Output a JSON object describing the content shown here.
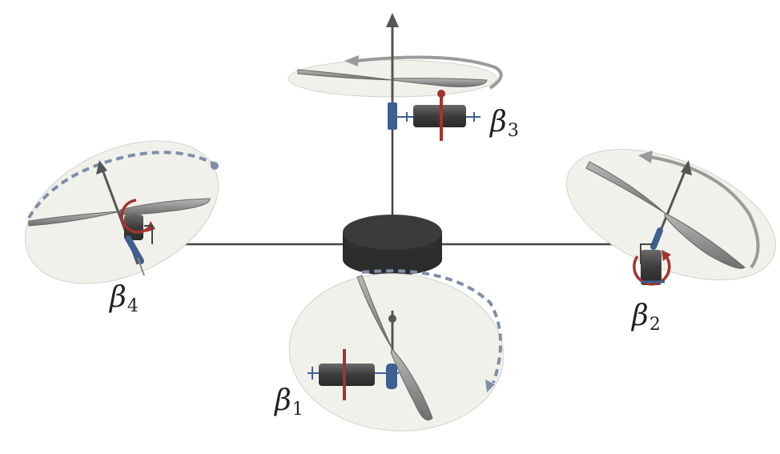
{
  "labels": {
    "beta1": {
      "symbol": "β",
      "index": "1"
    },
    "beta2": {
      "symbol": "β",
      "index": "2"
    },
    "beta3": {
      "symbol": "β",
      "index": "3"
    },
    "beta4": {
      "symbol": "β",
      "index": "4"
    }
  },
  "colors": {
    "body": "#3a3a3a",
    "arm": "#444444",
    "disk_fill": "#f1f1ec",
    "disk_stroke": "#cfcfc8",
    "blade": "#9a9a9a",
    "blade_dark": "#666666",
    "motor": "#4a4a4a",
    "servo_blue": "#3f5f8f",
    "servo_red": "#a3342b",
    "dashed_arc": "#7f8ea8",
    "arrow": "#9b9b9b"
  }
}
